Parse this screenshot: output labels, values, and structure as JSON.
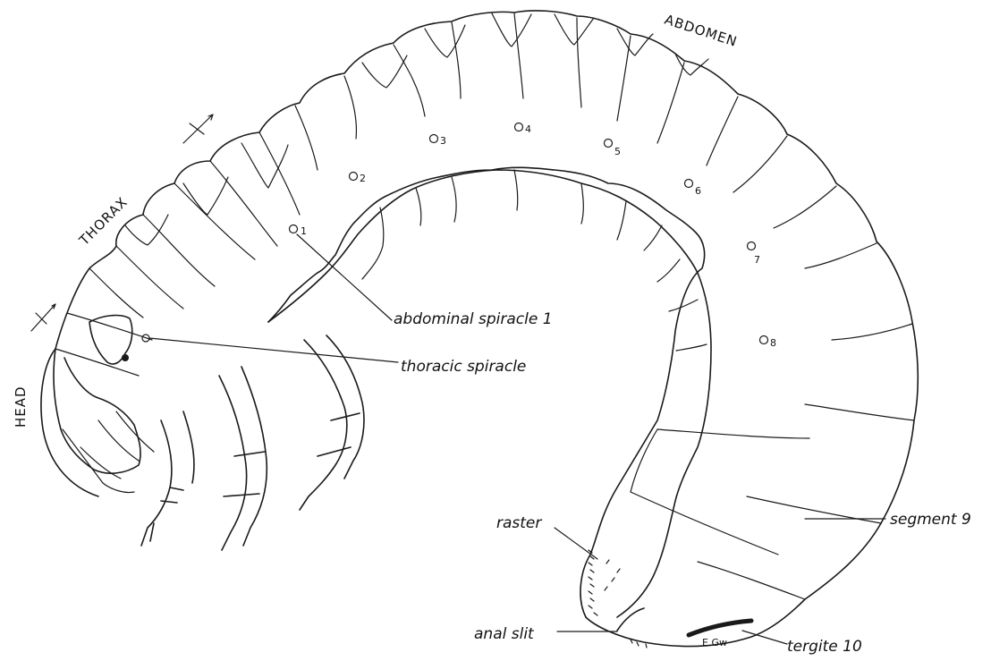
{
  "regions": {
    "abdomen": "ABDOMEN",
    "thorax": "THORAX",
    "head": "HEAD"
  },
  "labels": {
    "abdominal_spiracle": "abdominal spiracle 1",
    "thoracic_spiracle": "thoracic spiracle",
    "raster": "raster",
    "segment9": "segment 9",
    "anal_slit": "anal slit",
    "tergite10": "tergite 10",
    "initials": "E.Gw"
  },
  "spiracles": [
    "1",
    "2",
    "3",
    "4",
    "5",
    "6",
    "7",
    "8"
  ],
  "colors": {
    "ink": "#1a1a1a",
    "background": "#ffffff"
  }
}
